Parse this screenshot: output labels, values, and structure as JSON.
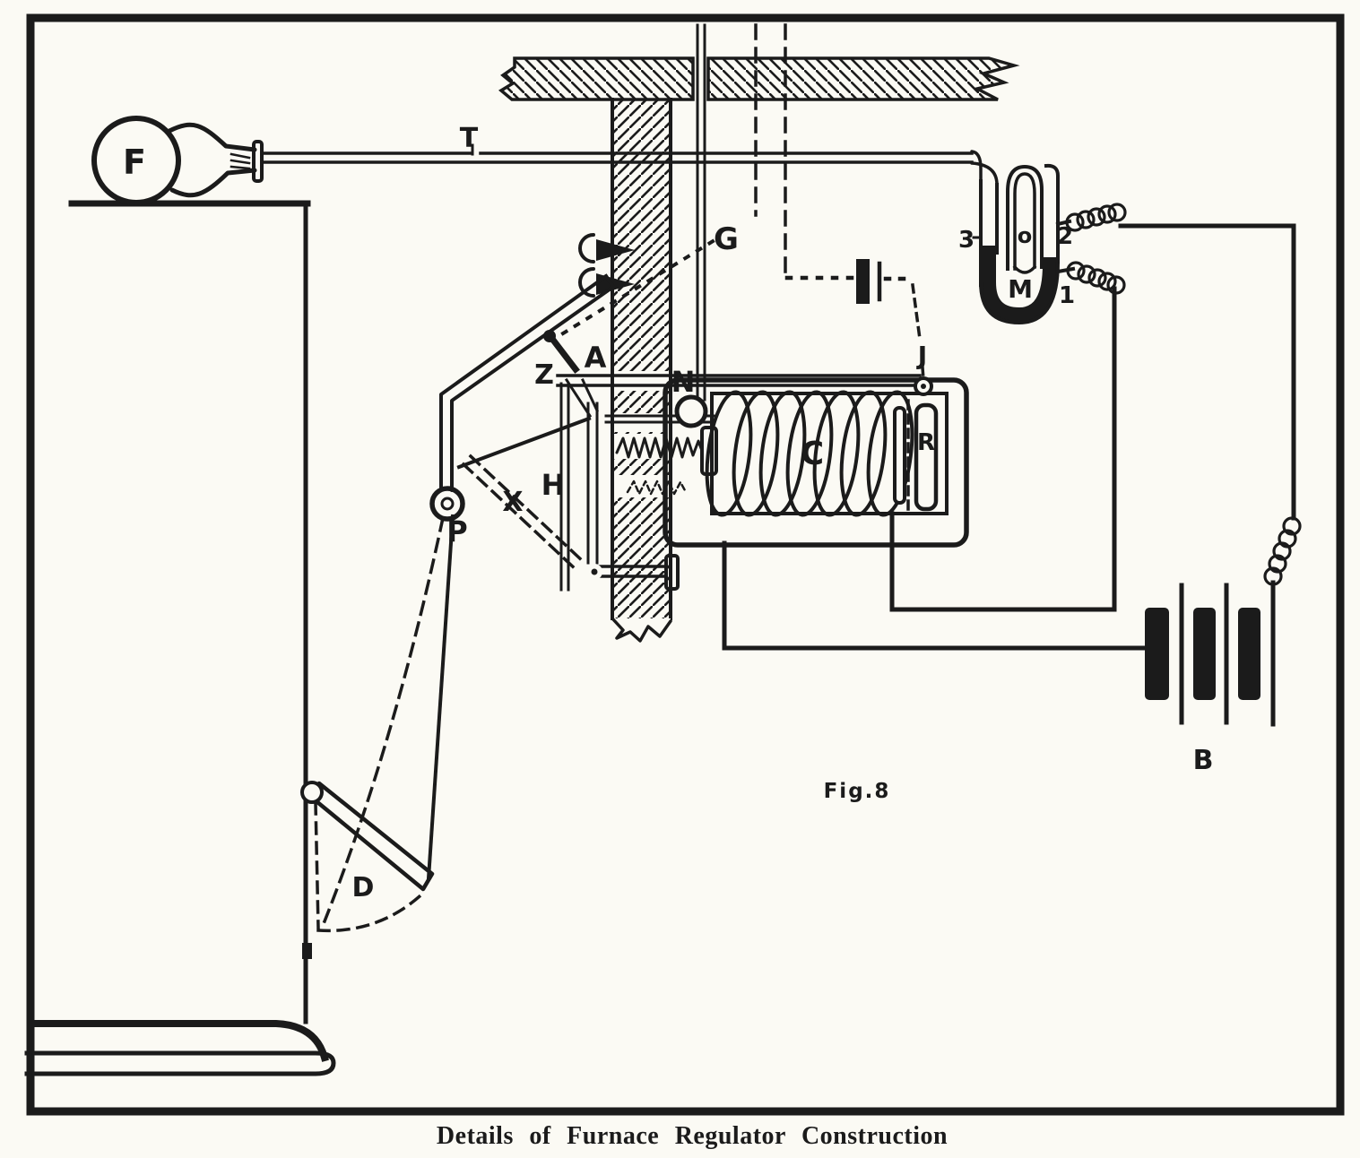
{
  "colors": {
    "ink": "#1b1b1b",
    "paper": "#fbfaf4"
  },
  "figure": {
    "number": "Fig.8",
    "caption": "Details of Furnace Regulator Construction"
  },
  "labels": {
    "F": "F",
    "T": "T",
    "G": "G",
    "Z": "Z",
    "A": "A",
    "N": "N",
    "H": "H",
    "X": "X",
    "P": "P",
    "D": "D",
    "C": "C",
    "R": "R",
    "J": "J",
    "M": "M",
    "B": "B",
    "n1": "1",
    "n2": "2",
    "n3": "3",
    "o": "o"
  }
}
